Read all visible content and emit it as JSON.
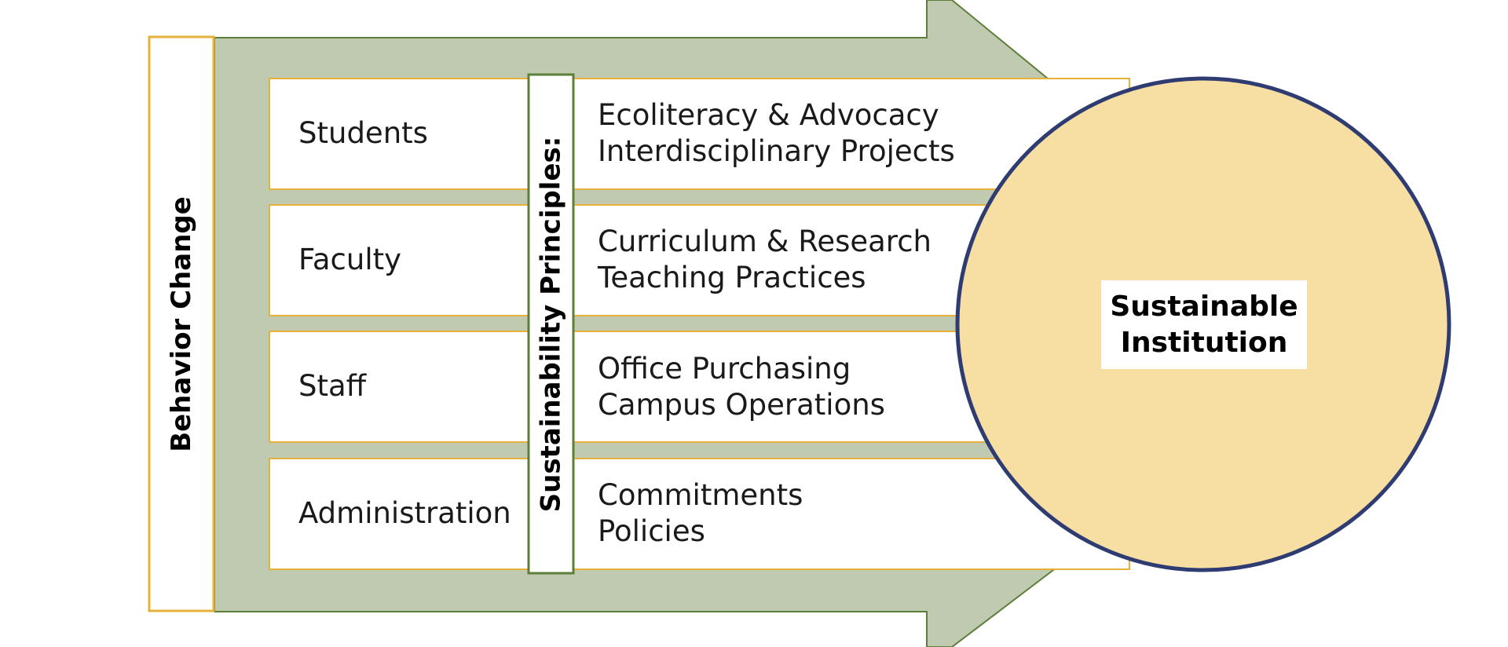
{
  "colors": {
    "arrow_fill": "#bfcab0",
    "arrow_stroke": "#5e7f3a",
    "box_border": "#e6b13a",
    "principles_border": "#5e7f3a",
    "circle_fill": "#f7dea3",
    "circle_stroke": "#2e3c72"
  },
  "diagram": {
    "behavior_label": "Behavior Change",
    "principles_label": "Sustainability Principles:",
    "rows": [
      {
        "label": "Students",
        "details": [
          "Ecoliteracy & Advocacy",
          "Interdisciplinary Projects"
        ]
      },
      {
        "label": "Faculty",
        "details": [
          "Curriculum & Research",
          "Teaching Practices"
        ]
      },
      {
        "label": "Staff",
        "details": [
          "Office Purchasing",
          "Campus Operations"
        ]
      },
      {
        "label": "Administration",
        "details": [
          "Commitments",
          "Policies"
        ]
      }
    ],
    "outcome": {
      "line1": "Sustainable",
      "line2": "Institution"
    }
  }
}
